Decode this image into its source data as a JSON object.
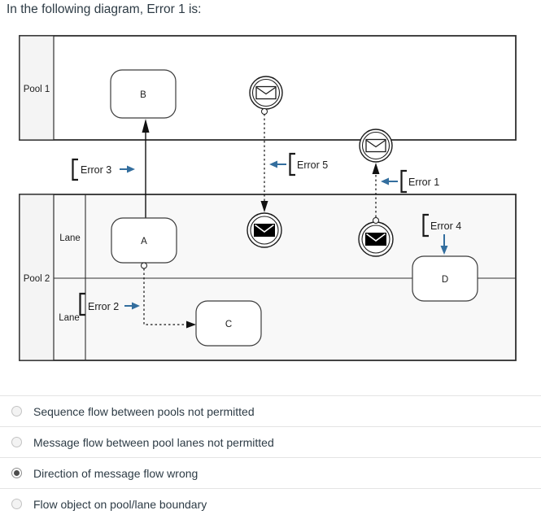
{
  "title": "In the following diagram, Error 1 is:",
  "colors": {
    "arrow_blue": "#336e9e",
    "ink": "#2d3b45",
    "pool_band_fill": "#f4f4f4",
    "pool2_fill": "#f8f8f8",
    "diagram_stroke": "#2f2f2f"
  },
  "diagram": {
    "pool1": {
      "label": "Pool 1"
    },
    "pool2": {
      "label": "Pool 2"
    },
    "lane_top": {
      "label": "Lane"
    },
    "lane_bottom": {
      "label": "Lane"
    },
    "tasks": {
      "a": "A",
      "b": "B",
      "c": "C",
      "d": "D"
    },
    "errors": {
      "e1": "Error 1",
      "e2": "Error 2",
      "e3": "Error 3",
      "e4": "Error 4",
      "e5": "Error 5"
    }
  },
  "options": [
    {
      "label": "Sequence flow between pools not permitted",
      "selected": false
    },
    {
      "label": "Message flow between pool lanes not permitted",
      "selected": false
    },
    {
      "label": "Direction of message flow wrong",
      "selected": true
    },
    {
      "label": "Flow object on pool/lane boundary",
      "selected": false
    }
  ]
}
